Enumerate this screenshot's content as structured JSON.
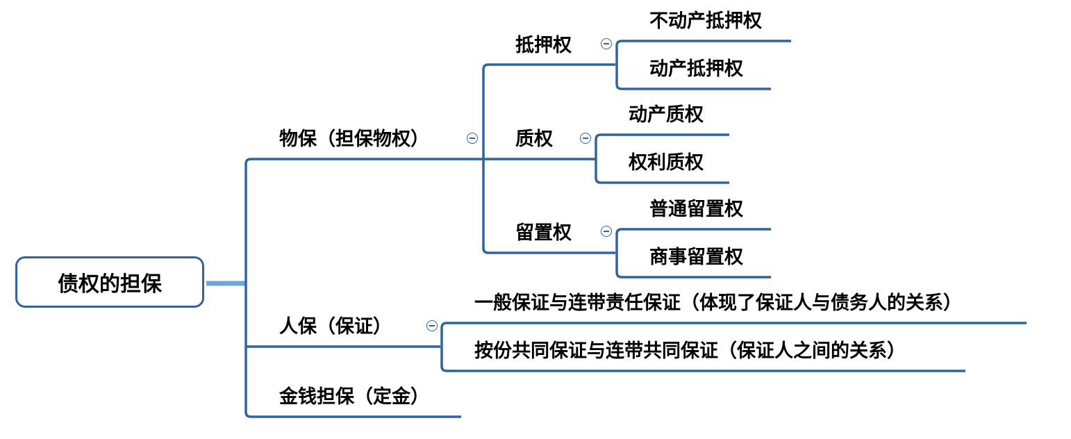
{
  "colors": {
    "line": "#2f64a3",
    "root_connector": "#6fa6d6",
    "text": "#000000"
  },
  "root": {
    "label": "债权的担保"
  },
  "branches": [
    {
      "label": "物保（担保物权）"
    },
    {
      "label": "人保（保证）"
    },
    {
      "label": "金钱担保（定金）"
    }
  ],
  "wubao_children": [
    {
      "label": "抵押权"
    },
    {
      "label": "质权"
    },
    {
      "label": "留置权"
    }
  ],
  "leaves": {
    "diya": [
      "不动产抵押权",
      "动产抵押权"
    ],
    "zhi": [
      "动产质权",
      "权利质权"
    ],
    "liuzhi": [
      "普通留置权",
      "商事留置权"
    ],
    "renbao": [
      "一般保证与连带责任保证（体现了保证人与债务人的关系）",
      "按份共同保证与连带共同保证（保证人之间的关系）"
    ]
  },
  "toggle_icon": "collapse-minus-icon"
}
